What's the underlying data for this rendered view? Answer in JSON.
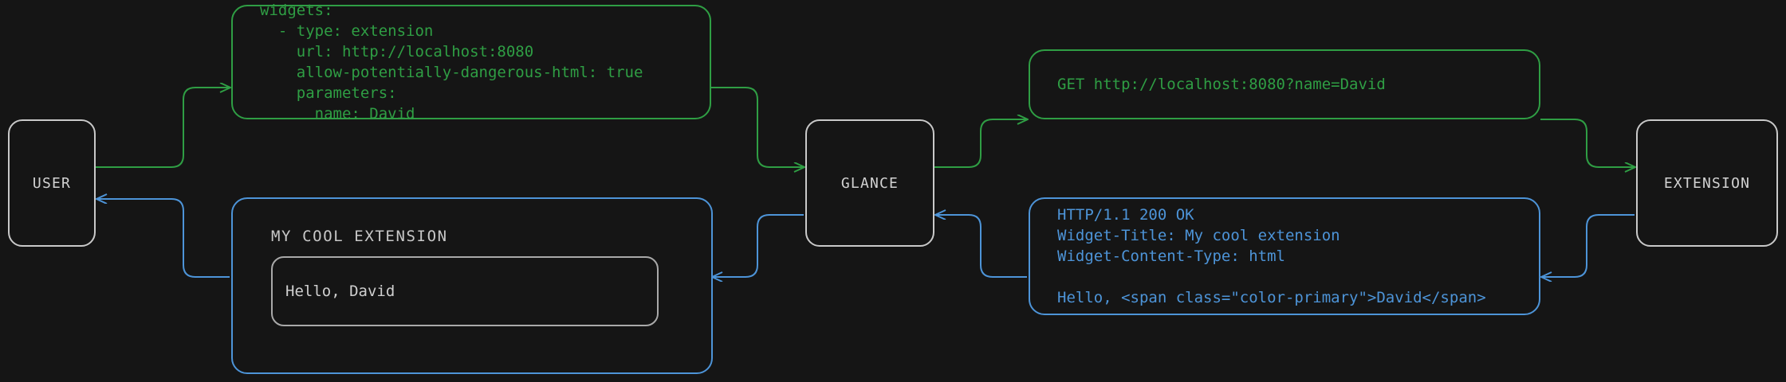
{
  "theme": {
    "background": "#151515",
    "request_color": "#2f9e44",
    "response_color": "#4d94d8",
    "node_border": "#c9c9c9",
    "node_text": "#d2d2d2",
    "accent_primary": "#f0702a",
    "widget_text": "#cfcfcf"
  },
  "nodes": {
    "user": {
      "label": "USER"
    },
    "glance": {
      "label": "GLANCE"
    },
    "extension": {
      "label": "EXTENSION"
    }
  },
  "config_box": {
    "kind": "yaml-config",
    "color": "#2f9e44",
    "text": "widgets:\n  - type: extension\n    url: http://localhost:8080\n    allow-potentially-dangerous-html: true\n    parameters:\n      name: David",
    "lines": [
      "widgets:",
      "  - type: extension",
      "    url: http://localhost:8080",
      "    allow-potentially-dangerous-html: true",
      "    parameters:",
      "      name: David"
    ]
  },
  "request_box": {
    "kind": "http-request",
    "color": "#2f9e44",
    "text": "GET http://localhost:8080?name=David",
    "method": "GET",
    "url": "http://localhost:8080?name=David"
  },
  "response_box": {
    "kind": "http-response",
    "color": "#4d94d8",
    "text": "HTTP/1.1 200 OK\nWidget-Title: My cool extension\nWidget-Content-Type: html\n\nHello, <span class=\"color-primary\">David</span>",
    "status_line": "HTTP/1.1 200 OK",
    "headers": [
      "Widget-Title: My cool extension",
      "Widget-Content-Type: html"
    ],
    "body": "Hello, <span class=\"color-primary\">David</span>"
  },
  "widget_preview": {
    "title": "MY COOL EXTENSION",
    "greeting_prefix": "Hello, ",
    "greeting_name": "David"
  },
  "edges": [
    {
      "name": "user-to-config",
      "color": "#2f9e44",
      "direction": "right"
    },
    {
      "name": "config-to-glance",
      "color": "#2f9e44",
      "direction": "right"
    },
    {
      "name": "glance-to-request",
      "color": "#2f9e44",
      "direction": "right"
    },
    {
      "name": "request-to-extension",
      "color": "#2f9e44",
      "direction": "right"
    },
    {
      "name": "extension-to-response",
      "color": "#4d94d8",
      "direction": "left"
    },
    {
      "name": "response-to-glance",
      "color": "#4d94d8",
      "direction": "left"
    },
    {
      "name": "glance-to-widget",
      "color": "#4d94d8",
      "direction": "left"
    },
    {
      "name": "widget-to-user",
      "color": "#4d94d8",
      "direction": "left"
    }
  ]
}
